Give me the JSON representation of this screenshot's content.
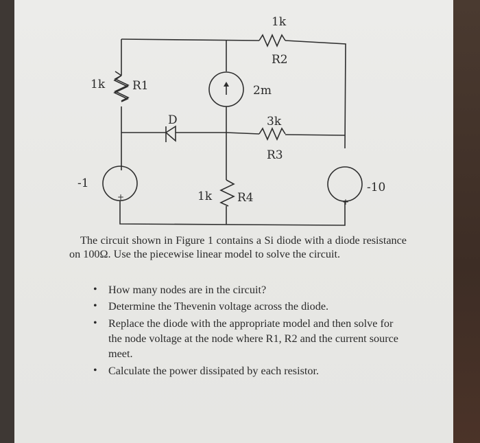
{
  "figure": {
    "components": {
      "R1": {
        "name": "R1",
        "value": "1k"
      },
      "R2": {
        "name": "R2",
        "value": "1k"
      },
      "R3": {
        "name": "R3",
        "value": "3k"
      },
      "R4": {
        "name": "R4",
        "value": "1k"
      },
      "current_source": {
        "value": "2m"
      },
      "diode": {
        "name": "D"
      },
      "left_voltage_source": {
        "value": "-1",
        "polarity": "+"
      },
      "right_voltage_source": {
        "value": "-10",
        "polarity": "+"
      }
    }
  },
  "problem": {
    "paragraph": "The circuit shown in Figure 1 contains a Si diode with a diode resistance on 100Ω. Use the piecewise linear model to solve the circuit.",
    "questions": [
      "How many nodes are in the circuit?",
      "Determine the Thevenin voltage across the diode.",
      "Replace the diode with the appropriate model and then solve for the node voltage at the node where R1, R2 and the current source meet.",
      "Calculate the power dissipated by each resistor."
    ]
  }
}
